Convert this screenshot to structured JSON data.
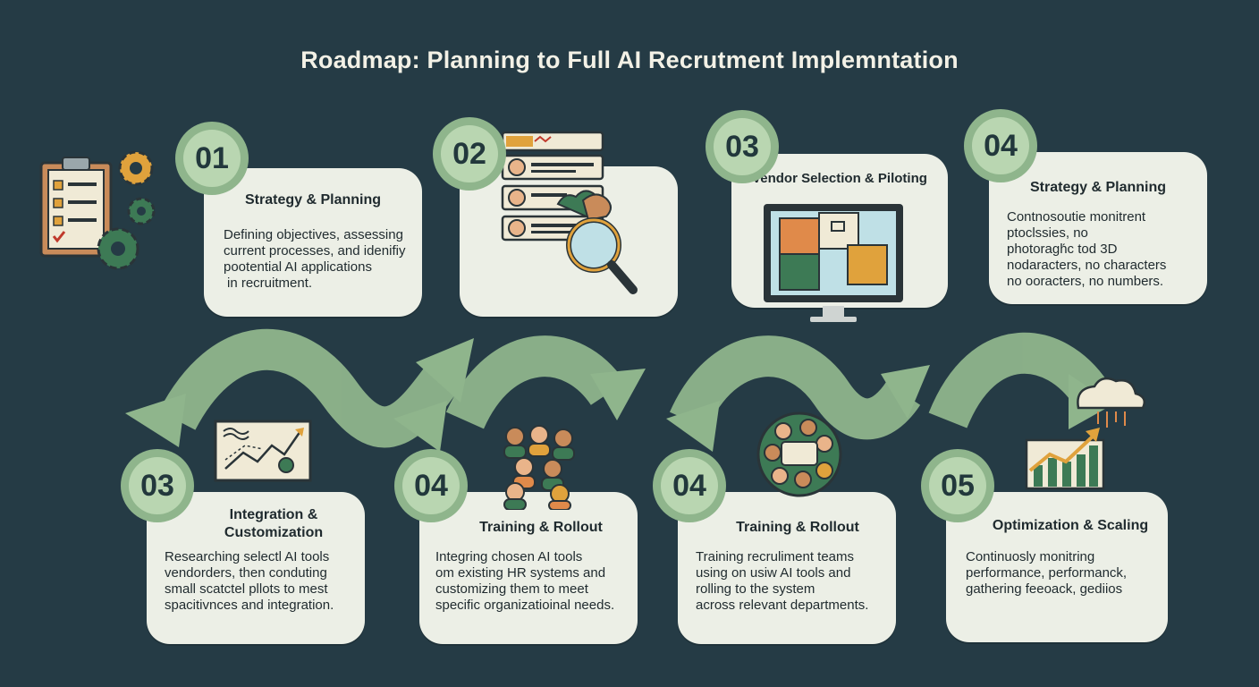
{
  "title": "Roadmap: Planning to Full AI Recrutment Implemntation",
  "colors": {
    "background": "#253b45",
    "card": "#ecefe6",
    "badge_outer": "#8fb58c",
    "badge_inner": "#b9d6b1",
    "arrow": "#8fb58c"
  },
  "steps_top": [
    {
      "number": "01",
      "title": "Strategy & Planning",
      "body": [
        "Defining objectives, assessing",
        "current processes, and idenifiy",
        "pootential AI applications",
        "in recruitment."
      ],
      "icon": "clipboard-gears-icon"
    },
    {
      "number": "02",
      "title": "",
      "body": [],
      "icon": "candidate-search-icon"
    },
    {
      "number": "03",
      "title": "Vendor Selection & Piloting",
      "body": [],
      "icon": "monitor-puzzle-icon"
    },
    {
      "number": "04",
      "title": "Strategy & Planning",
      "body": [
        "Contnosoutie monitrent",
        "ptoclssies, no",
        "photoragh́c tod 3D",
        "nodaracters, no characters",
        "no ooracters, no numbers."
      ],
      "icon": ""
    }
  ],
  "steps_bottom": [
    {
      "number": "03",
      "title": [
        "Integration &",
        "Customization"
      ],
      "body": [
        "Researching selectl AI tools",
        "vendorders, then conduting",
        "small scatctel pllots to mest",
        "spacitivnces and integration."
      ],
      "icon": "trend-chart-icon"
    },
    {
      "number": "04",
      "title": [
        "Training & Rollout"
      ],
      "body": [
        "Integring chosen AI tools",
        "om existing HR systems and",
        "customizing them to meet",
        "specific organizatioinal needs."
      ],
      "icon": "team-people-icon"
    },
    {
      "number": "04",
      "title": [
        "Training & Rollout"
      ],
      "body": [
        "Training recruliment teams",
        "using on usiw AI tools and",
        "rolling to the system",
        "across relevant departments."
      ],
      "icon": "team-circle-icon"
    },
    {
      "number": "05",
      "title": [
        "Optimization & Scaling"
      ],
      "body": [
        "Continuosly monitring",
        "performance, performanck,",
        "gathering feeoack, gediios"
      ],
      "icon": "cloud-growth-icon"
    }
  ]
}
